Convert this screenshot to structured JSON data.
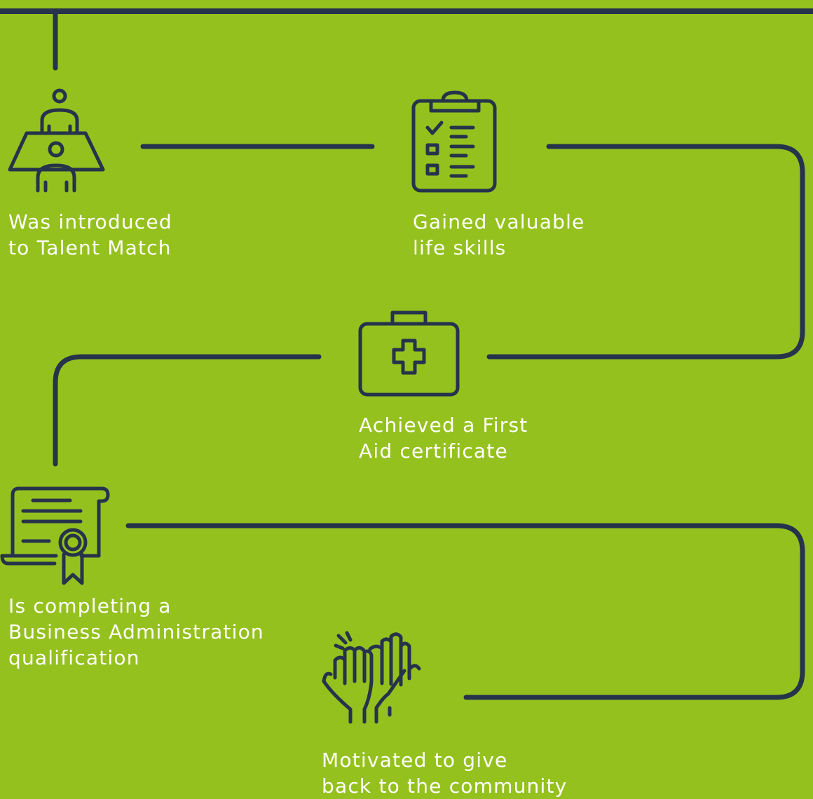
{
  "colors": {
    "background": "#95c11f",
    "line": "#27324b",
    "text": "#ffffff"
  },
  "steps": [
    {
      "icon": "meeting-icon",
      "label_lines": [
        "Was introduced",
        "to Talent Match"
      ]
    },
    {
      "icon": "clipboard-checklist-icon",
      "label_lines": [
        "Gained valuable",
        "life skills"
      ]
    },
    {
      "icon": "first-aid-kit-icon",
      "label_lines": [
        "Achieved a First",
        "Aid certificate"
      ]
    },
    {
      "icon": "certificate-icon",
      "label_lines": [
        "Is completing a",
        "Business Administration",
        "qualification"
      ]
    },
    {
      "icon": "high-five-icon",
      "label_lines": [
        "Motivated to give",
        "back to the community"
      ]
    }
  ]
}
